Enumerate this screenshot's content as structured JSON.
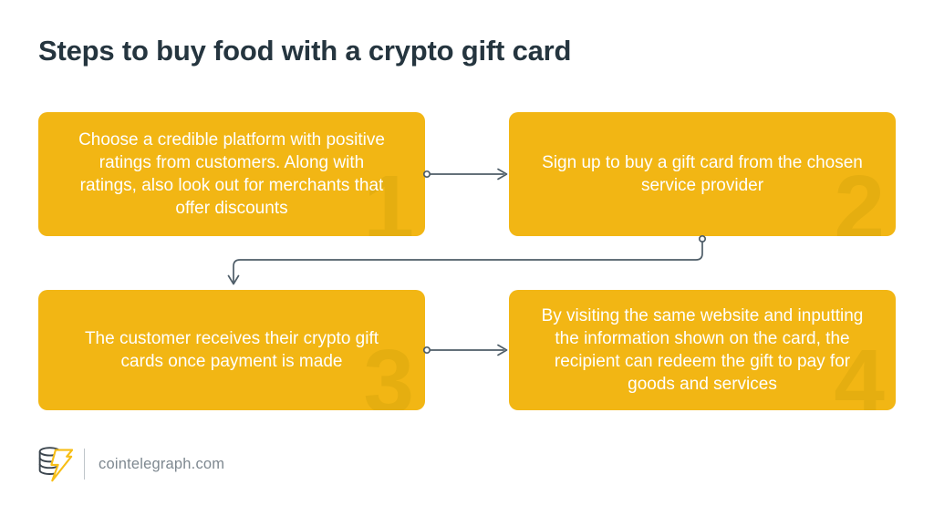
{
  "title": "Steps to buy food with a crypto gift card",
  "steps": [
    {
      "number": "1",
      "text": "Choose a credible platform with positive ratings from customers. Along with ratings, also look out for merchants that offer discounts"
    },
    {
      "number": "2",
      "text": "Sign up to buy a gift card from the chosen service provider"
    },
    {
      "number": "3",
      "text": "The customer receives their crypto gift cards once payment is made"
    },
    {
      "number": "4",
      "text": "By visiting the same website and inputting the information shown on the card, the recipient can redeem the gift to pay for goods and services"
    }
  ],
  "footer": {
    "site_label": "cointelegraph.com",
    "logo_icon": "cointelegraph-coin-stack-bolt-icon"
  },
  "colors": {
    "box_fill": "#F2B614",
    "box_number": "#E5AE10",
    "title_text": "#25353F",
    "box_text": "#FFFFFF",
    "connector": "#4E5D68",
    "footer_text": "#7E8890",
    "logo_bolt": "#F7BE16",
    "logo_coins": "#3A444D",
    "background": "#FFFFFF"
  }
}
